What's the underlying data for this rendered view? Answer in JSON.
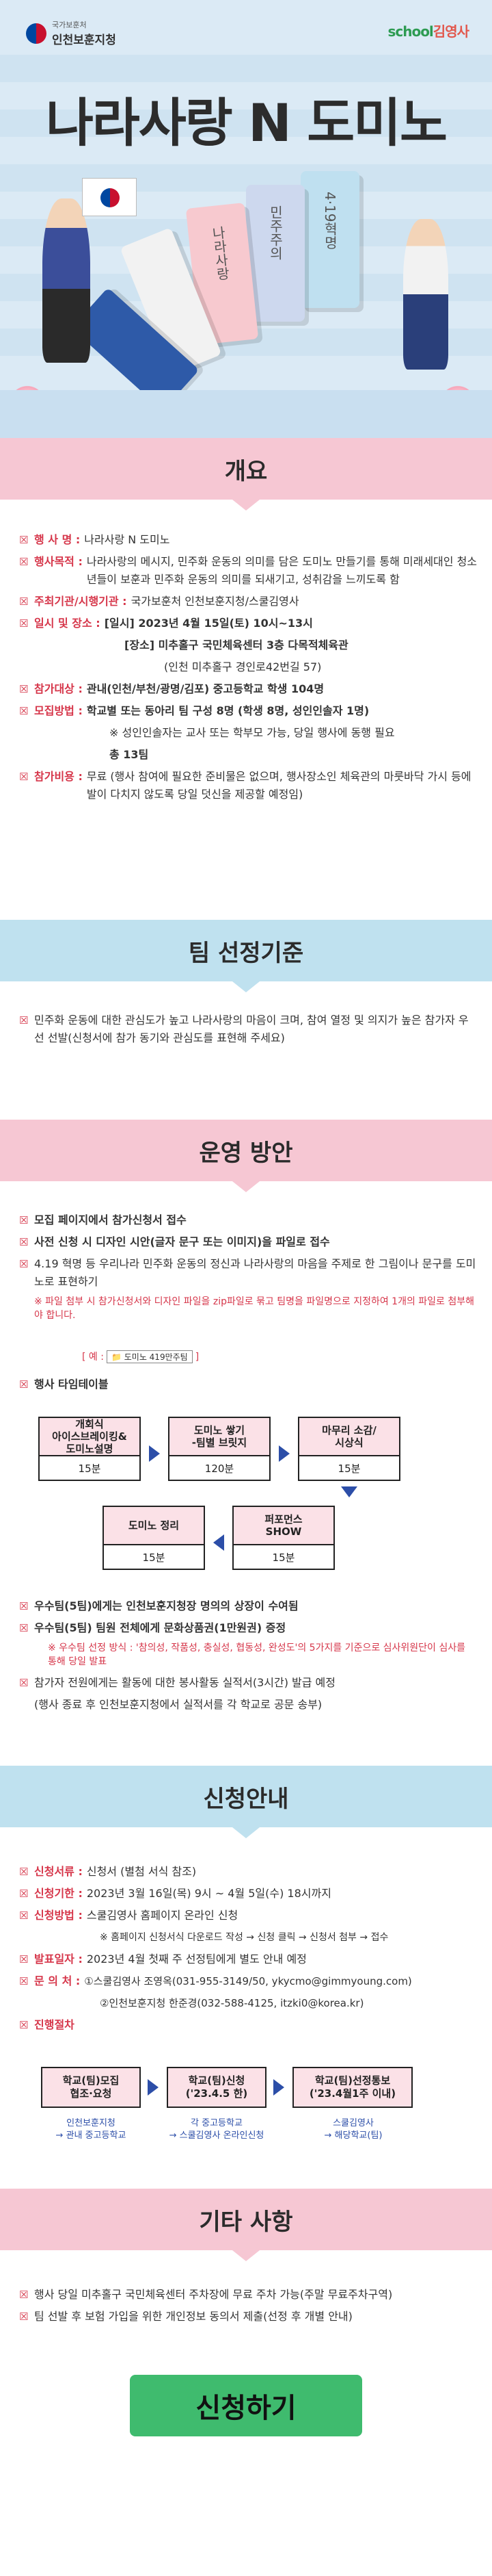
{
  "header": {
    "org_small": "국가보훈처",
    "org_name": "인천보훈지청",
    "brand_a": "school",
    "brand_b": "김영사",
    "title": "나라사랑 N 도미노",
    "dominoes": [
      "4·19혁명",
      "민주주의",
      "나라사랑"
    ]
  },
  "overview": {
    "title": "개요",
    "items": [
      {
        "label": "행 사 명 :",
        "text": "나라사랑 N 도미노"
      },
      {
        "label": "행사목적 :",
        "text": "나라사랑의 메시지, 민주화 운동의 의미를 담은 도미노 만들기를 통해 미래세대인 청소년들이 보훈과 민주화 운동의 의미를 되새기고, 성취감을 느끼도록 함"
      },
      {
        "label": "주최기관/시행기관 :",
        "text": "국가보훈처 인천보훈지청/스쿨김영사"
      },
      {
        "label": "일시 및 장소 :",
        "text": "[일시] 2023년 4월 15일(토) 10시~13시"
      },
      {
        "label": "",
        "text": "[장소] 미추홀구 국민체육센터 3층 다목적체육관"
      },
      {
        "label": "",
        "text": "(인천 미추홀구 경인로42번길 57)"
      },
      {
        "label": "참가대상 :",
        "text": "관내(인천/부천/광명/김포) 중고등학교 학생 104명"
      },
      {
        "label": "모집방법 :",
        "text": "학교별 또는 동아리 팀 구성 8명 (학생 8명, 성인인솔자 1명)"
      },
      {
        "label": "",
        "text": "※ 성인인솔자는 교사 또는 학부모 가능, 당일 행사에 동행 필요"
      },
      {
        "label": "",
        "text": "총 13팀"
      },
      {
        "label": "참가비용 :",
        "text": "무료 (행사 참여에 필요한 준비물은 없으며, 행사장소인 체육관의 마룻바닥 가시 등에 발이 다치지 않도록 당일 덧신을 제공할 예정임)"
      }
    ]
  },
  "team": {
    "title": "팀 선정기준",
    "text": "민주화 운동에 대한 관심도가 높고 나라사랑의 마음이 크며, 참여 열정 및 의지가 높은 참가자 우선 선발(신청서에 참가 동기와 관심도를 표현해 주세요)"
  },
  "ops": {
    "title": "운영 방안",
    "items": [
      "모집 페이지에서 참가신청서 접수",
      "사전 신청 시 디자인 시안(글자 문구 또는 이미지)을 파일로 접수",
      "4.19 혁명 등 우리나라 민주화 운동의 정신과 나라사랑의 마음을 주제로 한 그림이나 문구를 도미노로 표현하기"
    ],
    "note": "※ 파일 첨부 시 참가신청서와 디자인 파일을 zip파일로 묶고 팀명을 파일명으로 지정하여 1개의 파일로 첨부해야 합니다.",
    "file_example_prefix": "[ 예 :",
    "file_example": "도미노 419만주팀",
    "file_example_suffix": "]",
    "timetable_label": "행사 타임테이블",
    "flow": [
      {
        "name": "개회식\n아이스브레이킹&\n도미노설명",
        "time": "15분"
      },
      {
        "name": "도미노 쌓기\n-팀별 브릿지",
        "time": "120분"
      },
      {
        "name": "마무리 소감/\n시상식",
        "time": "15분"
      },
      {
        "name": "퍼포먼스\nSHOW",
        "time": "15분"
      },
      {
        "name": "도미노 정리",
        "time": "15분"
      }
    ],
    "after": [
      "우수팀(5팀)에게는 인천보훈지청장 명의의 상장이 수여됨",
      "우수팀(5팀) 팀원 전체에게 문화상품권(1만원권) 증정"
    ],
    "after_note": "※ 우수팀 선정 방식 : '참의성, 작품성, 충실성, 협동성, 완성도'의 5가지를 기준으로 심사위원단이 심사를 통해 당일 발표",
    "volunteer": "참가자 전원에게는 활동에 대한 봉사활동 실적서(3시간) 발급 예정",
    "volunteer_sub": "(행사 종료 후 인천보훈지청에서 실적서를 각 학교로 공문 송부)"
  },
  "apply": {
    "title": "신청안내",
    "items": [
      {
        "label": "신청서류 :",
        "text": "신청서 (별첨 서식 참조)"
      },
      {
        "label": "신청기한 :",
        "text": "2023년 3월 16일(목) 9시 ~ 4월 5일(수) 18시까지"
      },
      {
        "label": "신청방법 :",
        "text": "스쿨김영사 홈페이지 온라인 신청"
      },
      {
        "label": "",
        "text": "※ 홈페이지 신청서식 다운로드 작성 → 신청 클릭 → 신청서 첨부 → 접수"
      },
      {
        "label": "발표일자 :",
        "text": "2023년 4월 첫째 주 선정팀에게 별도 안내 예정"
      },
      {
        "label": "문 의 처 :",
        "text": "①스쿨김영사 조영옥(031-955-3149/50, ykycmo@gimmyoung.com)"
      },
      {
        "label": "",
        "text": "②인천보훈지청 한준경(032-588-4125, itzki0@korea.kr)"
      },
      {
        "label": "진행절차",
        "text": ""
      }
    ],
    "process": [
      {
        "name": "학교(팀)모집\n협조·요청",
        "sub": "인천보훈지청\n→ 관내 중고등학교"
      },
      {
        "name": "학교(팀)신청\n('23.4.5 한)",
        "sub": "각 중고등학교\n→ 스쿨김영사 온라인신청"
      },
      {
        "name": "학교(팀)선정통보\n('23.4월1주 이내)",
        "sub": "스쿨김영사\n→ 해당학교(팀)"
      }
    ]
  },
  "etc": {
    "title": "기타 사항",
    "items": [
      "행사 당일 미추홀구 국민체육센터 주차장에 무료 주차 가능(주말 무료주차구역)",
      "팀 선발 후 보험 가입을 위한 개인정보 동의서 제출(선정 후 개별 안내)"
    ]
  },
  "cta": "신청하기"
}
